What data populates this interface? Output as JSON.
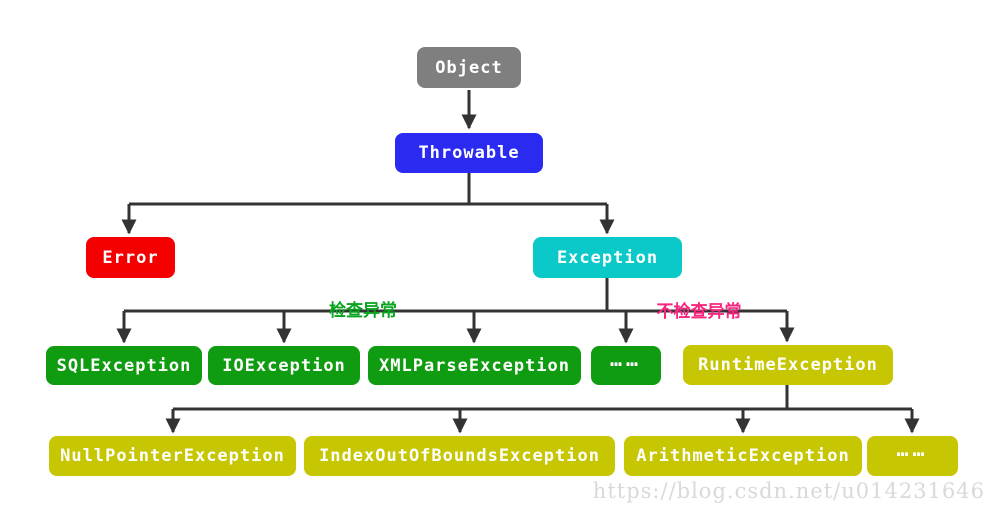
{
  "watermark": "https://blog.csdn.net/u014231646",
  "edge_labels": {
    "checked": "检查异常",
    "unchecked": "不检查异常"
  },
  "colors": {
    "object_gray": "#7f7f7f",
    "throwable_blue": "#2a2af0",
    "error_red": "#f50000",
    "exception_cyan": "#0bc9c9",
    "checked_green": "#109c10",
    "runtime_yellow": "#c6c602",
    "label_checked_green": "#07a41f",
    "label_unchecked_pink": "#f7267f",
    "connector": "#333333"
  },
  "nodes": {
    "object": {
      "label": "Object"
    },
    "throwable": {
      "label": "Throwable"
    },
    "error": {
      "label": "Error"
    },
    "exception": {
      "label": "Exception"
    },
    "sql_exception": {
      "label": "SQLException"
    },
    "io_exception": {
      "label": "IOException"
    },
    "xml_parse_exception": {
      "label": "XMLParseException"
    },
    "checked_more": {
      "label": "……"
    },
    "runtime_exception": {
      "label": "RuntimeException"
    },
    "null_pointer_exception": {
      "label": "NullPointerException"
    },
    "index_out_of_bounds_exception": {
      "label": "IndexOutOfBoundsException"
    },
    "arithmetic_exception": {
      "label": "ArithmeticException"
    },
    "runtime_more": {
      "label": "……"
    }
  }
}
